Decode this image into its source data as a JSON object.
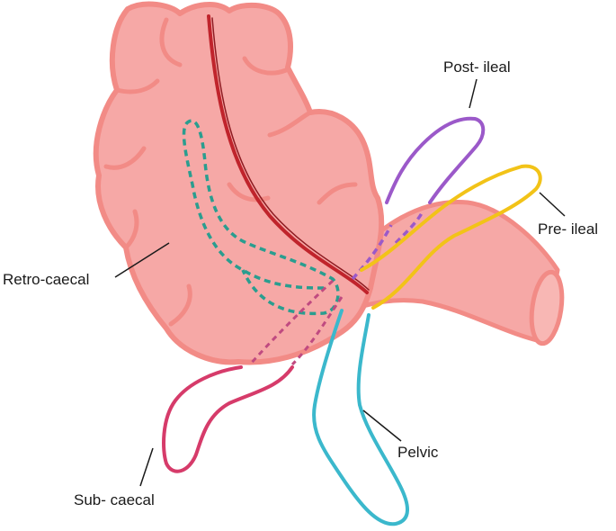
{
  "labels": {
    "post_ileal": "Post- ileal",
    "pre_ileal": "Pre- ileal",
    "retro_caecal": "Retro-caecal",
    "pelvic": "Pelvic",
    "sub_caecal": "Sub- caecal"
  },
  "colors": {
    "caecum_fill": "#f6a8a6",
    "caecum_outline": "#f28b86",
    "taenia": "#c0242c",
    "retro_caecal": "#2a9d8f",
    "post_ileal": "#9b59c9",
    "pre_ileal": "#f2c318",
    "pelvic": "#3bb8cc",
    "sub_caecal": "#d63b6a",
    "leader_line": "#1a1a1a"
  }
}
